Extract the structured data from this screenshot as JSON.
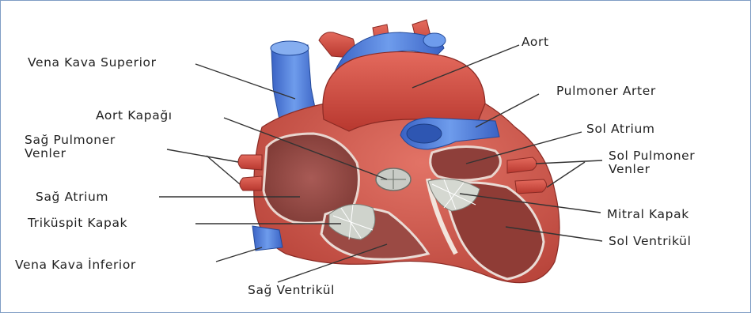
{
  "labels": {
    "aort": "Aort",
    "vena_kava_superior": "Vena Kava Superior",
    "pulmoner_arter": "Pulmoner Arter",
    "aort_kapagi": "Aort Kapağı",
    "sol_atrium": "Sol Atrium",
    "sag_pulmoner_venler_line1": "Sağ Pulmoner",
    "sag_pulmoner_venler_line2": "Venler",
    "sol_pulmoner_venler_line1": "Sol Pulmoner",
    "sol_pulmoner_venler_line2": "Venler",
    "sag_atrium": "Sağ Atrium",
    "mitral_kapak": "Mitral Kapak",
    "trikuspit_kapak": "Triküspit Kapak",
    "sol_ventrikul": "Sol Ventrikül",
    "vena_kava_inferior": "Vena Kava İnferior",
    "sag_ventrikul": "Sağ Ventrikül"
  },
  "colors": {
    "vein_blue": "#4f7fd6",
    "artery_red": "#d9534a",
    "muscle_red": "#c0473e",
    "chamber_interior": "#b3544a",
    "valve_gray": "#c9ccc6",
    "leader_line": "#333333",
    "border": "#7f9dc4"
  }
}
